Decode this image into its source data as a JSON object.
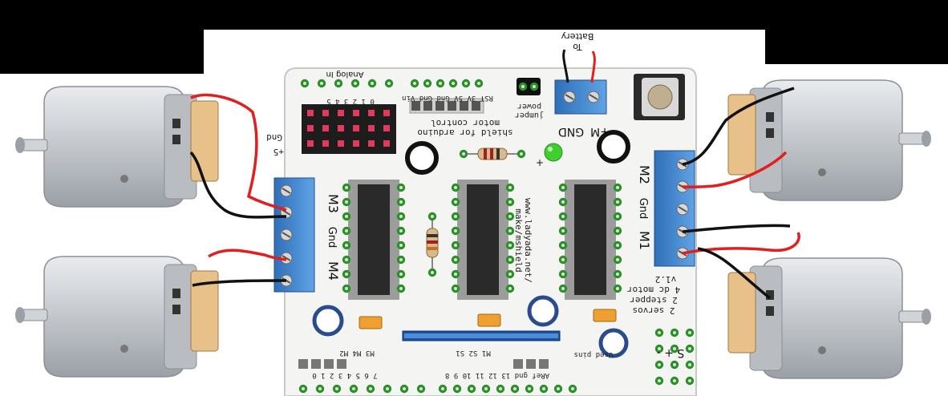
{
  "battery_label_line1": "To",
  "battery_label_line2": "Battery",
  "power_terminal": {
    "gnd": "GND",
    "plus": "+M"
  },
  "motor_ports": {
    "m1": "M1",
    "m2": "M2",
    "m3": "M3",
    "m4": "M4",
    "gnd_right": "Gnd",
    "gnd_left": "Gnd"
  },
  "board_text": {
    "brand_line1": "motor control",
    "brand_line2": "shield for arduino",
    "url_line1": "www.ladyada.net/",
    "url_line2": "make/mshield",
    "version": "v1.2",
    "spec_line1": "4 dc motor",
    "spec_line2": "2 stepper",
    "spec_line3": "2 servos",
    "power_jumper_1": "power",
    "power_jumper_2": "jumper",
    "analog_in": "Analog In",
    "analog_nums": "0 1 2 3 4 5",
    "power_pins": "RST 3V 5V Gnd Gnd Vin",
    "gnd_plus_5": "Gnd",
    "plus_5": "+5",
    "used_pins": "Used pins",
    "digital_nums_right": "ARef gnd 13 12 11 10 9 8",
    "digital_nums_left": "7 6 5 4 3 2 1 0",
    "pin_map_right": "M1 S2 S1",
    "pin_map_left": "M3 M4 M2",
    "servo_signs": "S + -",
    "plus_sign": "+"
  },
  "colors": {
    "board": "#f4f4f2",
    "board_outline": "#c8c8c8",
    "pad_green": "#2c8f2a",
    "terminal_blue": "#4a8fd6",
    "chip": "#2a2a2a",
    "wire_red": "#e02020",
    "wire_black": "#111111",
    "motor_metal": "#c9ccd0",
    "led_green": "#3fcf2f",
    "capacitor_orange": "#f0a030"
  },
  "icons": [
    "dc-motor-icon",
    "screw-terminal-icon",
    "ic-chip-icon",
    "resistor-icon",
    "led-icon",
    "push-button-icon"
  ]
}
